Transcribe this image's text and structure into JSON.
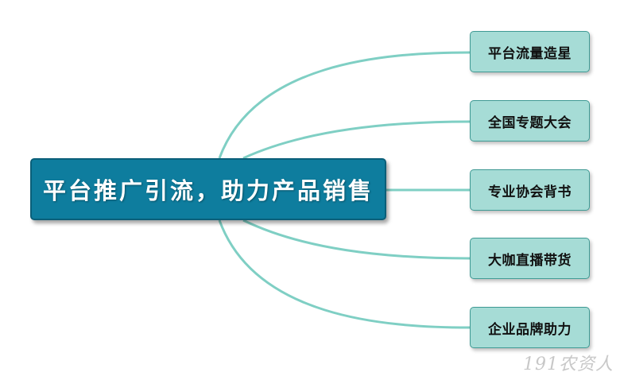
{
  "diagram": {
    "central_node": {
      "label": "平台推广引流，助力产品销售"
    },
    "branches": [
      {
        "label": "平台流量造星"
      },
      {
        "label": "全国专题大会"
      },
      {
        "label": "专业协会背书"
      },
      {
        "label": "大咖直播带货"
      },
      {
        "label": "企业品牌助力"
      }
    ],
    "colors": {
      "central_fill": "#0e7d9e",
      "branch_fill": "#a6dcd6",
      "connector": "#7fcfc4"
    }
  },
  "watermark": {
    "text": "191农资人"
  }
}
